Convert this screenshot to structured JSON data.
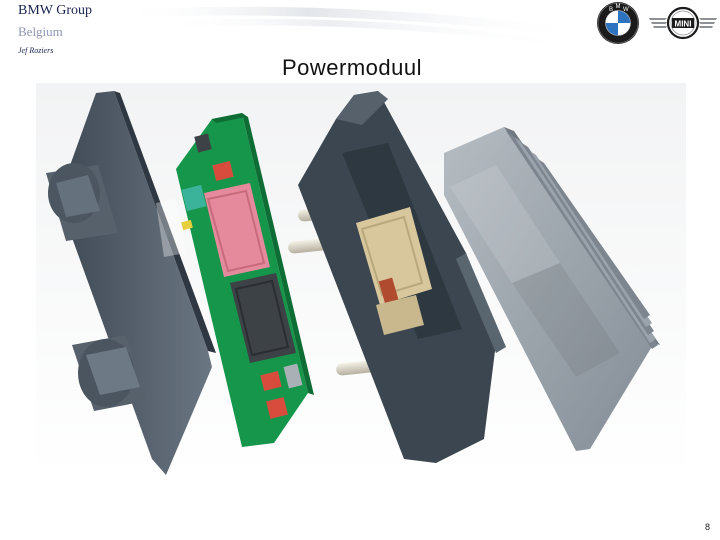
{
  "header": {
    "company": "BMW Group",
    "country": "Belgium",
    "author": "Jef Roziers"
  },
  "title": "Powermoduul",
  "logos": {
    "bmw": {
      "letters": [
        "B",
        "M",
        "W"
      ],
      "colors": {
        "ring": "#1b1b1b",
        "blue": "#2d73c0",
        "white": "#ffffff"
      }
    },
    "mini": {
      "text": "MINI",
      "colors": {
        "wing": "#8d9196",
        "badge": "#1b1b1b"
      }
    }
  },
  "illustration": {
    "subject": "exploded view of power module",
    "parts": [
      "connector-housing",
      "circuit-board",
      "module-housing",
      "heat-sink"
    ],
    "colors": {
      "housing": "#53606d",
      "pcb": "#16964a",
      "heatsink": "#9aa3ab",
      "connector_pink": "#e58a9c",
      "connector_gray": "#3d4246",
      "ic_beige": "#d8c79d"
    }
  },
  "footer": {
    "page_number": "8"
  }
}
